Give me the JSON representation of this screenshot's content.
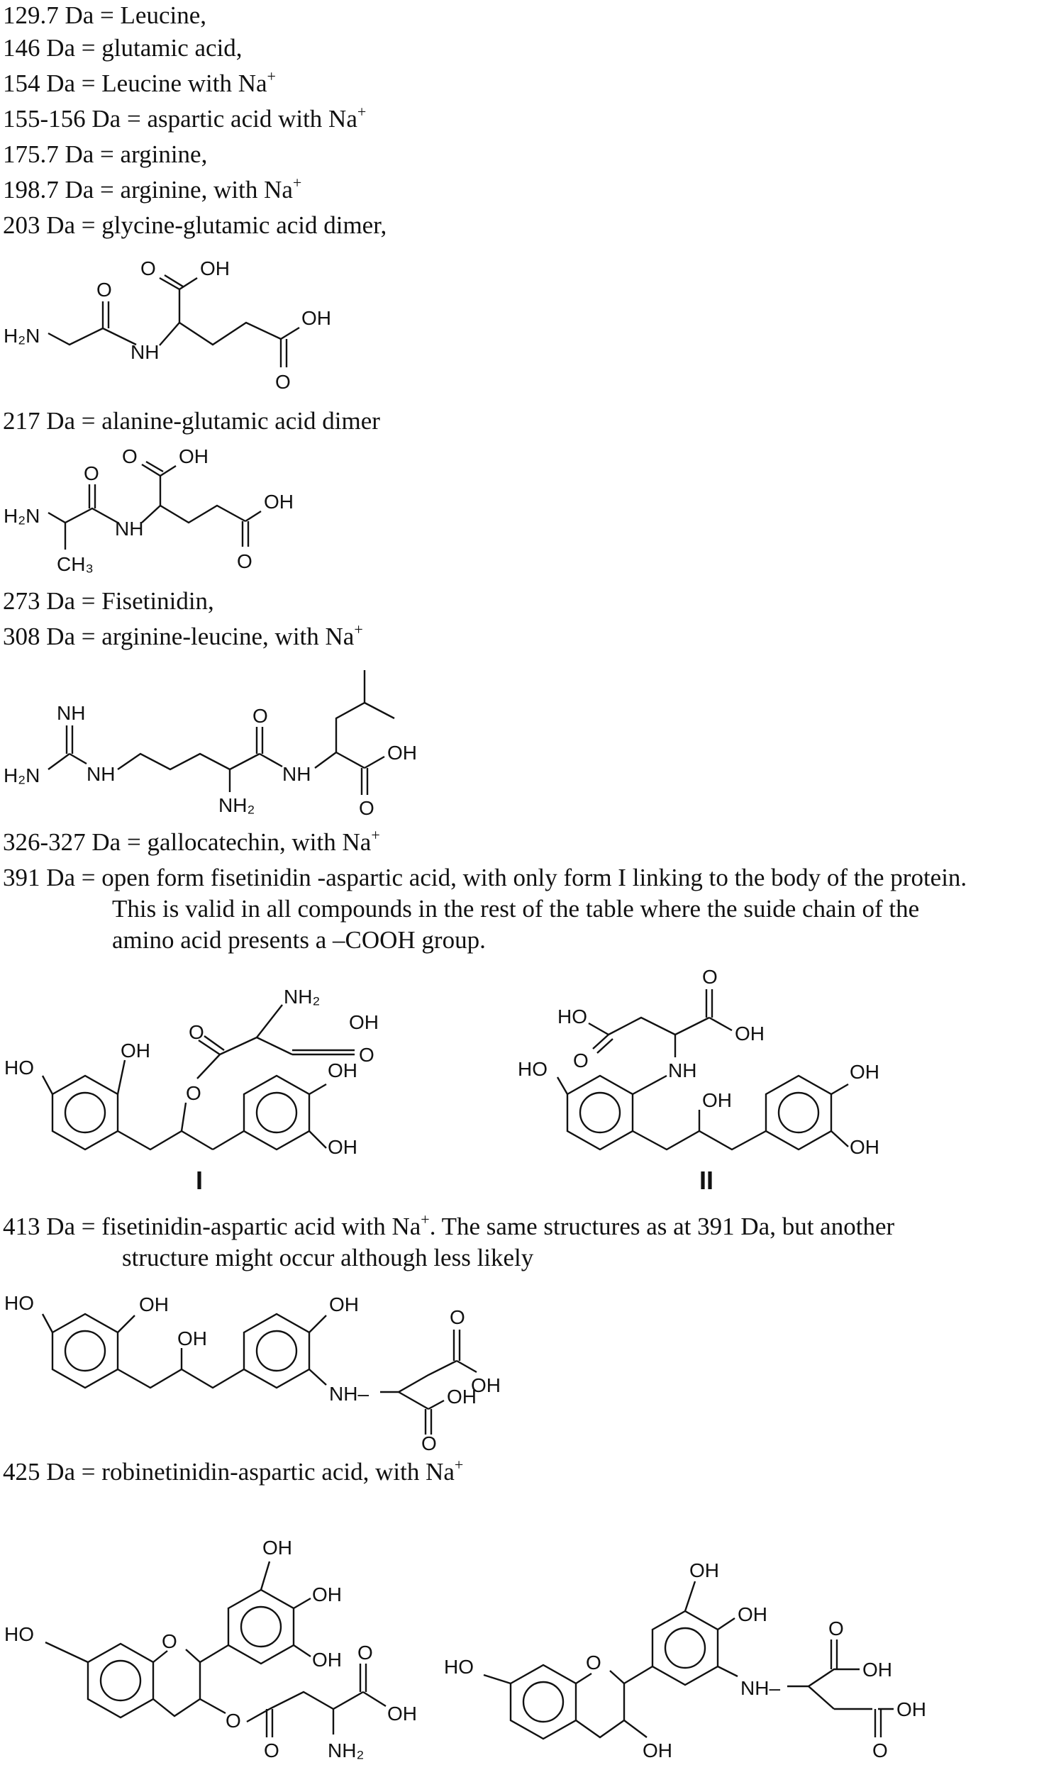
{
  "entries": [
    {
      "text": "129.7 Da = Leucine,"
    },
    {
      "text": "146 Da = glutamic acid,"
    },
    {
      "text": "154 Da = Leucine with Na",
      "sup": "+"
    },
    {
      "text": "155-156 Da = aspartic acid with Na",
      "sup": "+"
    },
    {
      "text": "175.7 Da = arginine,"
    },
    {
      "text": "198.7 Da = arginine, with Na",
      "sup": "+"
    },
    {
      "text": "203 Da = glycine-glutamic acid dimer,"
    },
    {
      "text": "217 Da = alanine-glutamic acid dimer"
    },
    {
      "text": "273 Da = Fisetinidin,"
    },
    {
      "text": "308 Da = arginine-leucine, with Na",
      "sup": "+"
    },
    {
      "text": "326-327 Da = gallocatechin, with Na",
      "sup": "+"
    },
    {
      "text": "391 Da = open form fisetinidin -aspartic acid, with only form I linking to the body of the protein."
    },
    {
      "text": "This is valid in all compounds in the rest of the table where the suide chain of the"
    },
    {
      "text": "amino acid presents a –COOH group."
    },
    {
      "text": "413 Da = fisetinidin-aspartic acid with Na",
      "sup": "+",
      "after": ". The same structures as at 391 Da, but another"
    },
    {
      "text": "structure might occur although less likely"
    },
    {
      "text": "425 Da = robinetinidin-aspartic acid, with Na",
      "sup": "+"
    }
  ],
  "atoms": {
    "oh": "OH",
    "o": "O",
    "nh": "NH",
    "h2n": "H₂N",
    "nh2": "NH₂",
    "ch3": "CH₃",
    "ho": "HO",
    "nh_dash": "NH–"
  },
  "form_labels": {
    "form1": "I",
    "form2": "II"
  }
}
